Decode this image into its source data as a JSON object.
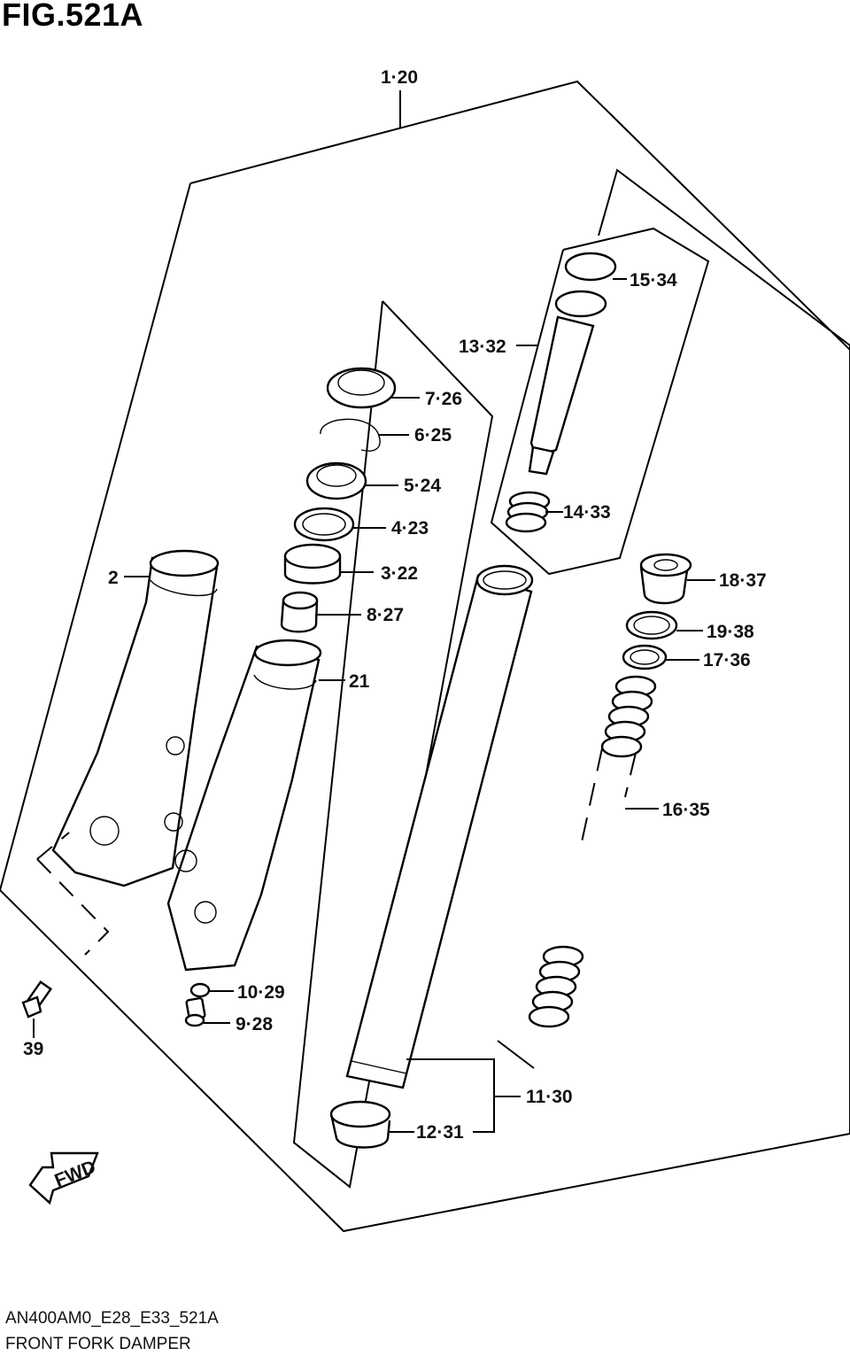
{
  "figure_title": "FIG.521A",
  "diagram_code": "AN400AM0_E28_E33_521A",
  "caption": "FRONT FORK DAMPER",
  "fwd_label": "FWD",
  "callouts": {
    "c1": "1·20",
    "c2": "2",
    "c3": "3·22",
    "c4": "4·23",
    "c5": "5·24",
    "c6": "6·25",
    "c7": "7·26",
    "c8": "8·27",
    "c9": "9·28",
    "c10": "10·29",
    "c11": "11·30",
    "c12": "12·31",
    "c13": "13·32",
    "c14": "14·33",
    "c15": "15·34",
    "c16": "16·35",
    "c17": "17·36",
    "c18": "18·37",
    "c19": "19·38",
    "c21": "21",
    "c39": "39"
  }
}
